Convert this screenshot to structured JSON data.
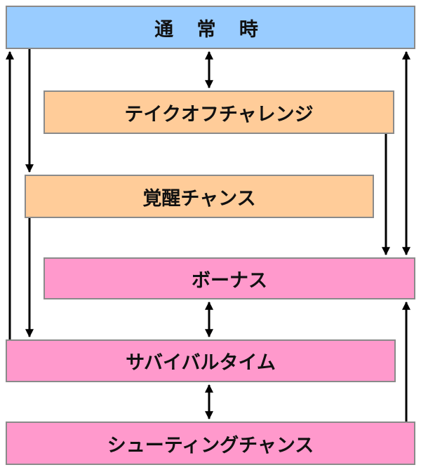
{
  "colors": {
    "normal": "#99ccff",
    "challenge": "#ffcc99",
    "bonus": "#ff99cc",
    "arrow": "#000000",
    "border": "#8a8a8a"
  },
  "boxes": {
    "normal": "通 常 時",
    "takeoff_challenge": "テイクオフチャレンジ",
    "awakening_chance": "覚醒チャンス",
    "bonus": "ボーナス",
    "survival_time": "サバイバルタイム",
    "shooting_chance": "シューティングチャンス"
  }
}
